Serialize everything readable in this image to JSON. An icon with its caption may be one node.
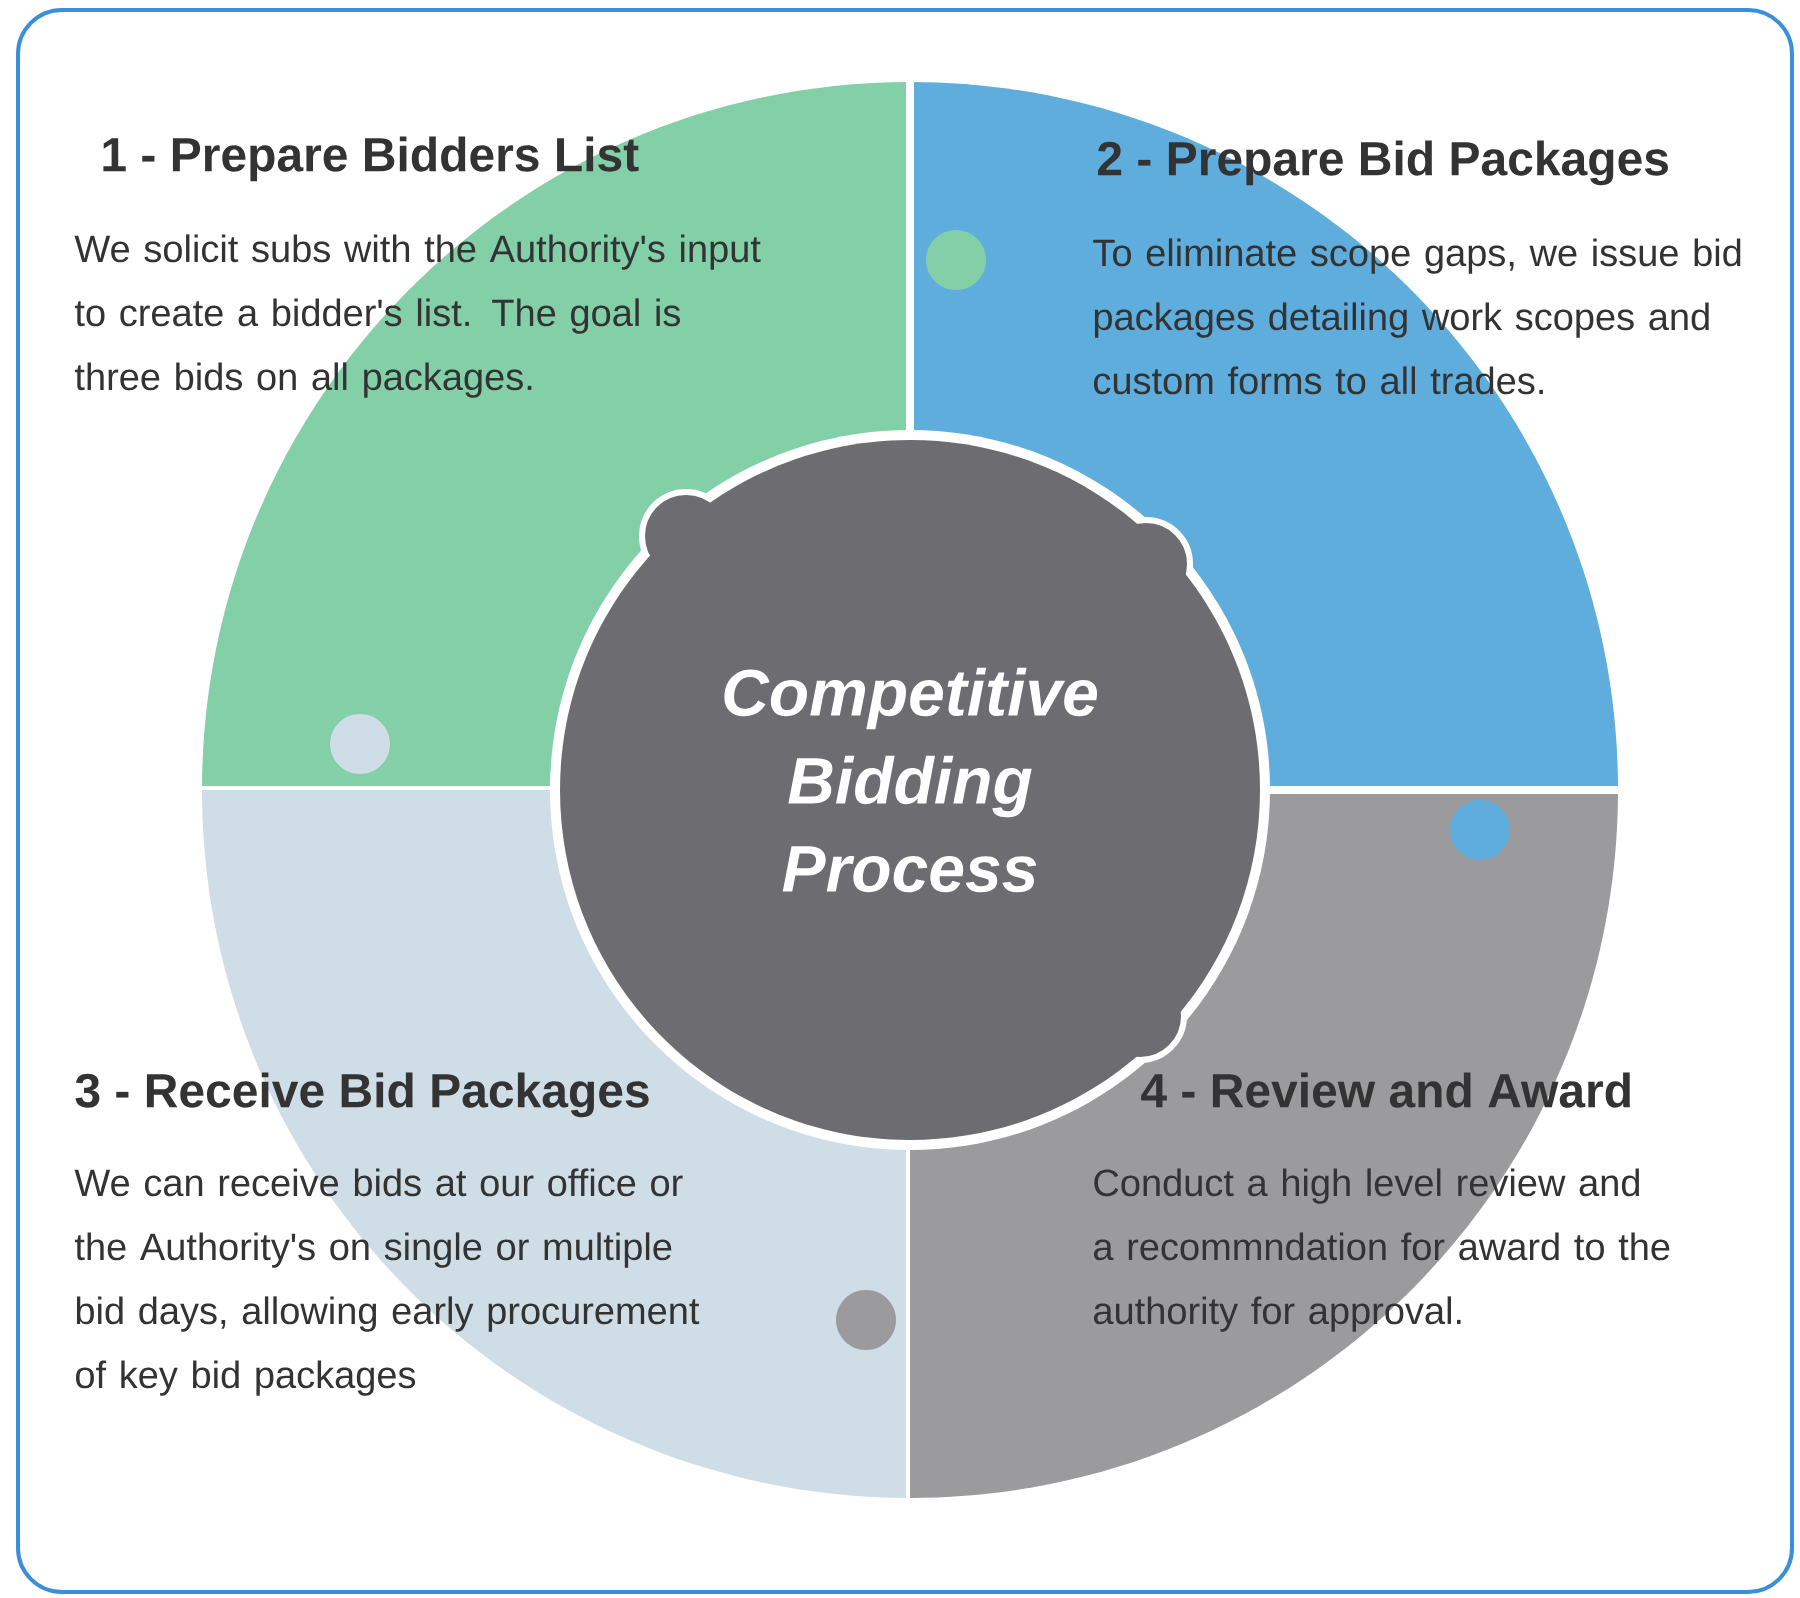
{
  "diagram": {
    "nodes": [
      {
        "text": [
          "1 - Prepare Bidders List",
          "We solicit subs with the Authority's input to create a bidder's list. The goal is three bids on all packages."
        ]
      },
      {
        "text": [
          "2 - Prepare Bid Packages",
          "To eliminate scope gaps, we issue bid packages detailing work scopes and custom forms to all trades."
        ]
      },
      {
        "text": [
          "3 - Receive Bid Packages",
          "We can receive bids at our office or the Authority's on single or multiple bid days, allowing early procurement of key bid packages"
        ]
      },
      {
        "text": [
          "4 - Review and Award",
          "Conduct a high level review and a recommndation for award to the authority for approval."
        ]
      },
      {
        "text": [
          "Competitive Bidding Process"
        ]
      }
    ],
    "edges": []
  }
}
